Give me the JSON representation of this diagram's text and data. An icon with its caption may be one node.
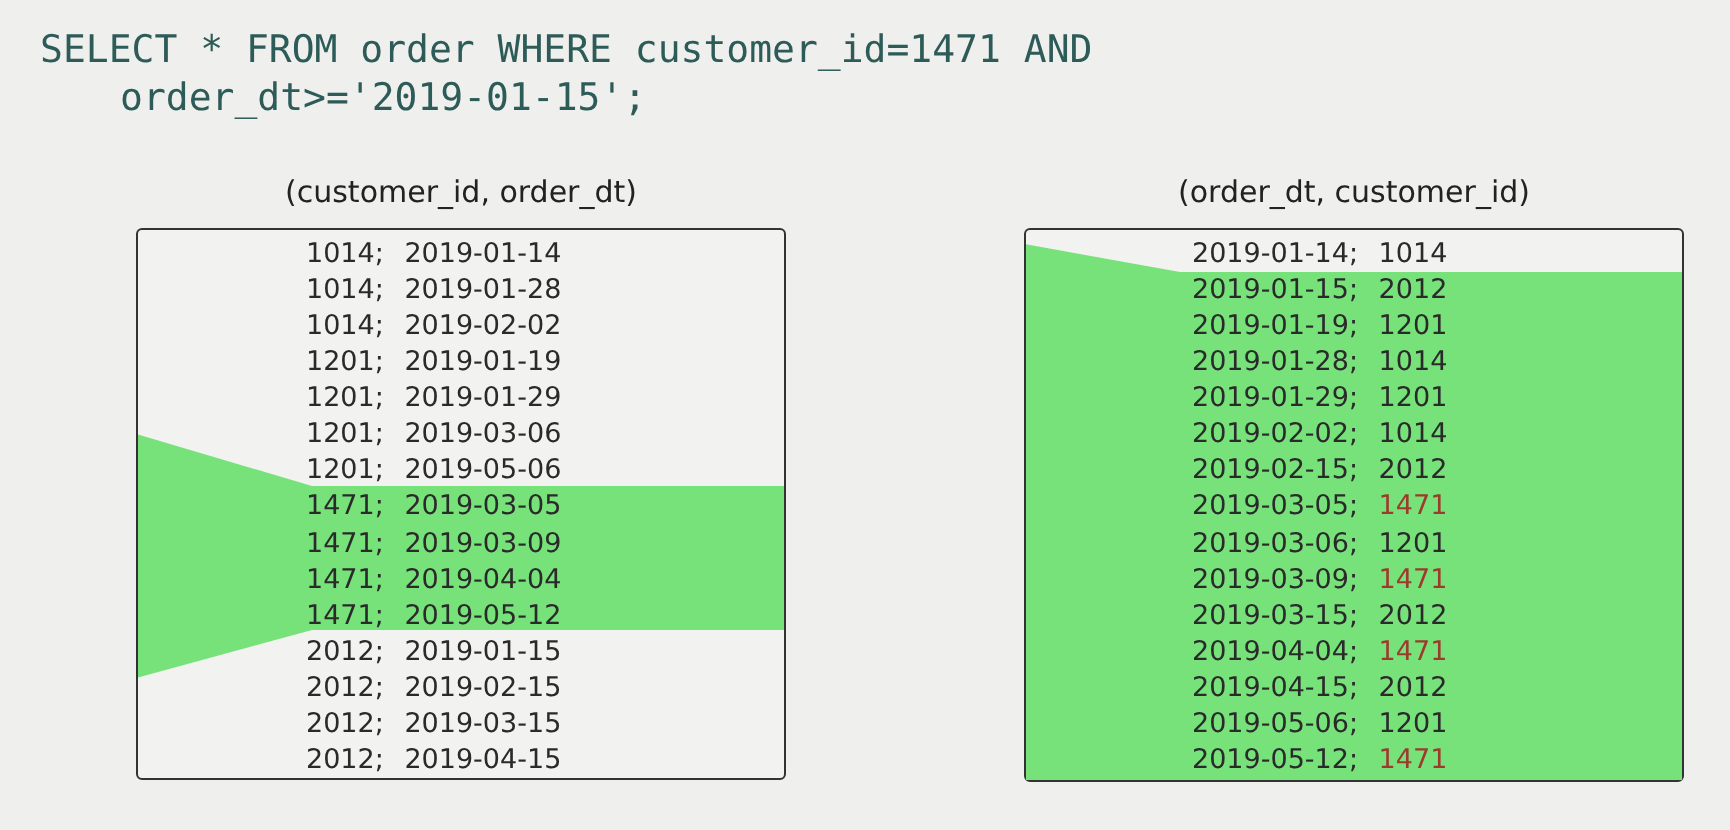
{
  "diagram": {
    "title": "SELECT * FROM order WHERE customer_id=1471 AND order_dt>='2019-01-15';",
    "nodes": [
      {
        "text": [
          "(customer_id, order_dt)",
          "1014; 2019-01-14",
          "1014; 2019-01-28",
          "1014; 2019-02-02",
          "1201; 2019-01-19",
          "1201; 2019-01-29",
          "1201; 2019-03-06",
          "1201; 2019-05-06",
          "1471; 2019-03-05",
          "1471; 2019-03-09",
          "1471; 2019-04-04",
          "1471; 2019-05-12",
          "2012; 2019-01-15",
          "2012; 2019-02-15",
          "2012; 2019-03-15",
          "2012; 2019-04-15"
        ]
      },
      {
        "text": [
          "(order_dt, customer_id)",
          "2019-01-14; 1014",
          "2019-01-15; 2012",
          "2019-01-19; 1201",
          "2019-01-28; 1014",
          "2019-01-29; 1201",
          "2019-02-02; 1014",
          "2019-02-15; 2012",
          "2019-03-05; 1471",
          "2019-03-06; 1201",
          "2019-03-09; 1471",
          "2019-03-15; 2012",
          "2019-04-04; 1471",
          "2019-04-15; 2012",
          "2019-05-06; 1201",
          "2019-05-12; 1471"
        ]
      }
    ]
  }
}
